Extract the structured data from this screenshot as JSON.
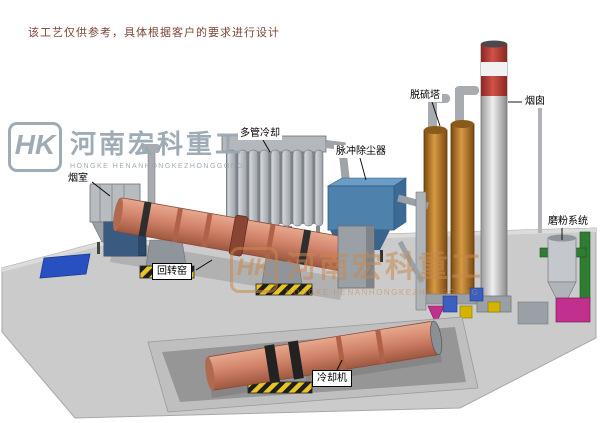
{
  "disclaimer": "该工艺仅供参考，具体根据客户的要求进行设计",
  "watermark_left": {
    "monogram": "HK",
    "cn": "河南宏科重工",
    "en": "HONGKE HENANHONGKEZHONGGONG"
  },
  "watermark_center": {
    "monogram": "HK",
    "cn": "河南宏科重工",
    "en": "HONGKE HENANHONGKEZHONGGONG"
  },
  "labels": {
    "smoke_chamber": "烟室",
    "multi_tube_cooler": "多管冷却",
    "pulse_dust_collector": "脉冲除尘器",
    "desulfurization_tower": "脱硫塔",
    "chimney": "烟囱",
    "grinding_system": "磨粉系统",
    "rotary_kiln": "回转窑",
    "cooling_machine": "冷却机"
  },
  "colors": {
    "kiln_body": "#cf8168",
    "dust_collector": "#4f81ad",
    "tower": "#c07a28",
    "chimney_stripe": "#b23a32",
    "platform": "#cbcbcb",
    "hazard_yellow": "#e8c520",
    "pad_blue": "#2850c0",
    "pipe_green": "#2f7d32",
    "mill_magenta": "#c2308e"
  }
}
